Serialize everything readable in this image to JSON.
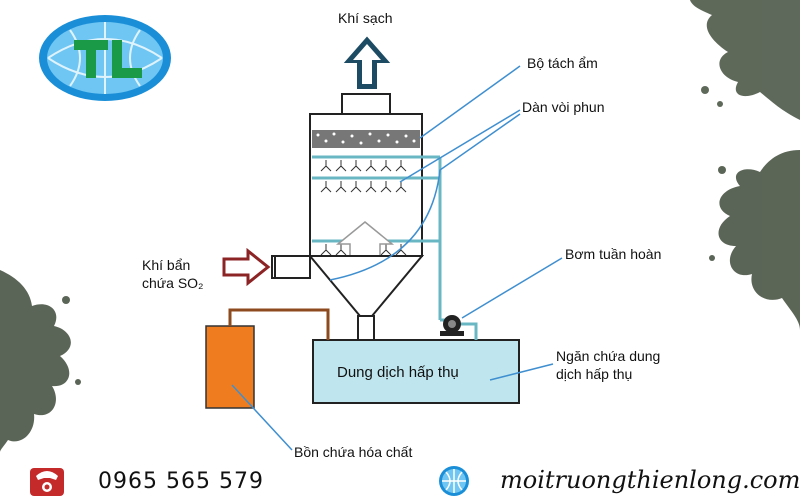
{
  "logo": {
    "text": "TL"
  },
  "labels": {
    "clean_gas": "Khí sạch",
    "demister": "Bộ tách ẩm",
    "spray_array": "Dàn vòi phun",
    "dirty_gas_1": "Khí bẩn",
    "dirty_gas_2": "chứa SO₂",
    "pump": "Bơm tuần hoàn",
    "absorbent_liquid": "Dung dịch hấp thụ",
    "tank_chamber_1": "Ngăn chứa dung",
    "tank_chamber_2": "dịch hấp thụ",
    "chemical_tank": "Bồn chứa hóa chất"
  },
  "footer": {
    "phone": "0965 565 579",
    "website": "moitruongthienlong.com"
  },
  "icons": {
    "phone": "phone-icon",
    "web": "globe-icon"
  },
  "colors": {
    "tower_stroke": "#222222",
    "liquid_tank_fill": "#bfe6ee",
    "chemical_tank_fill": "#ef7d1f",
    "pipe": "#6ab7c4",
    "chemical_pipe": "#8c4a1e",
    "clean_arrow": "#1c4b63",
    "dirty_arrow": "#8c2324",
    "leader_line": "#3f8fd0",
    "splash": "#4e5949",
    "logo_blue": "#1a8fd8",
    "logo_green": "#1a9a46"
  }
}
